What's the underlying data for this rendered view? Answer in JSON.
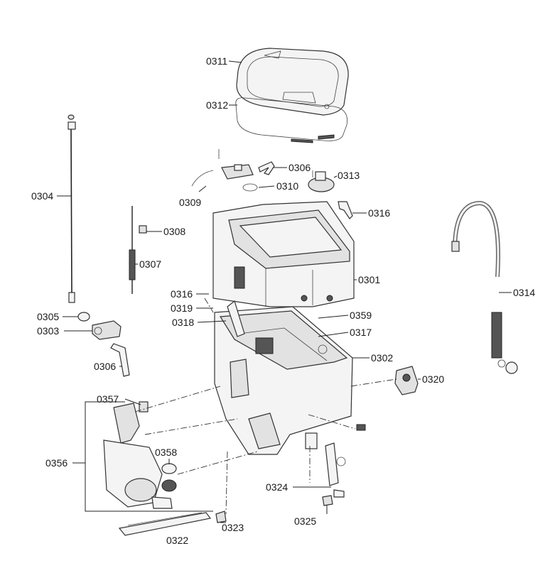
{
  "parts": {
    "p0311": "0311",
    "p0312": "0312",
    "p0306a": "0306",
    "p0313": "0313",
    "p0310": "0310",
    "p0309": "0309",
    "p0316a": "0316",
    "p0304": "0304",
    "p0308": "0308",
    "p0307": "0307",
    "p0301": "0301",
    "p0314": "0314",
    "p0316b": "0316",
    "p0319": "0319",
    "p0318": "0318",
    "p0359": "0359",
    "p0317": "0317",
    "p0305": "0305",
    "p0303": "0303",
    "p0302": "0302",
    "p0306b": "0306",
    "p0320": "0320",
    "p0357": "0357",
    "p0358": "0358",
    "p0356": "0356",
    "p0324": "0324",
    "p0325": "0325",
    "p0323": "0323",
    "p0322": "0322"
  }
}
